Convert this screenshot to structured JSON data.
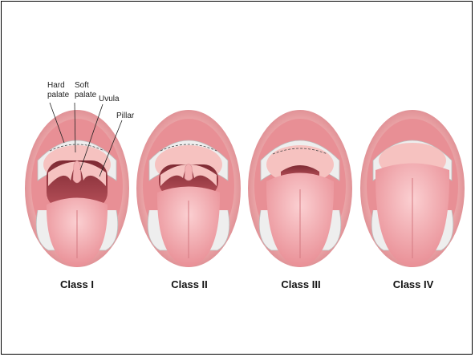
{
  "annotations": {
    "hard_palate": [
      "Hard",
      "palate"
    ],
    "soft_palate": [
      "Soft",
      "palate"
    ],
    "uvula": "Uvula",
    "pillar": "Pillar"
  },
  "classes": [
    {
      "label": "Class I"
    },
    {
      "label": "Class II"
    },
    {
      "label": "Class III"
    },
    {
      "label": "Class IV"
    }
  ],
  "colors": {
    "lip": "#e9a1a4",
    "lip_dark": "#d47d83",
    "gum": "#f3b9b6",
    "teeth": "#eeeeee",
    "palate": "#f6c2c0",
    "throat": "#9b3a43",
    "tongue": "#ef9ea4",
    "tongue_light": "#f8c3c6"
  }
}
